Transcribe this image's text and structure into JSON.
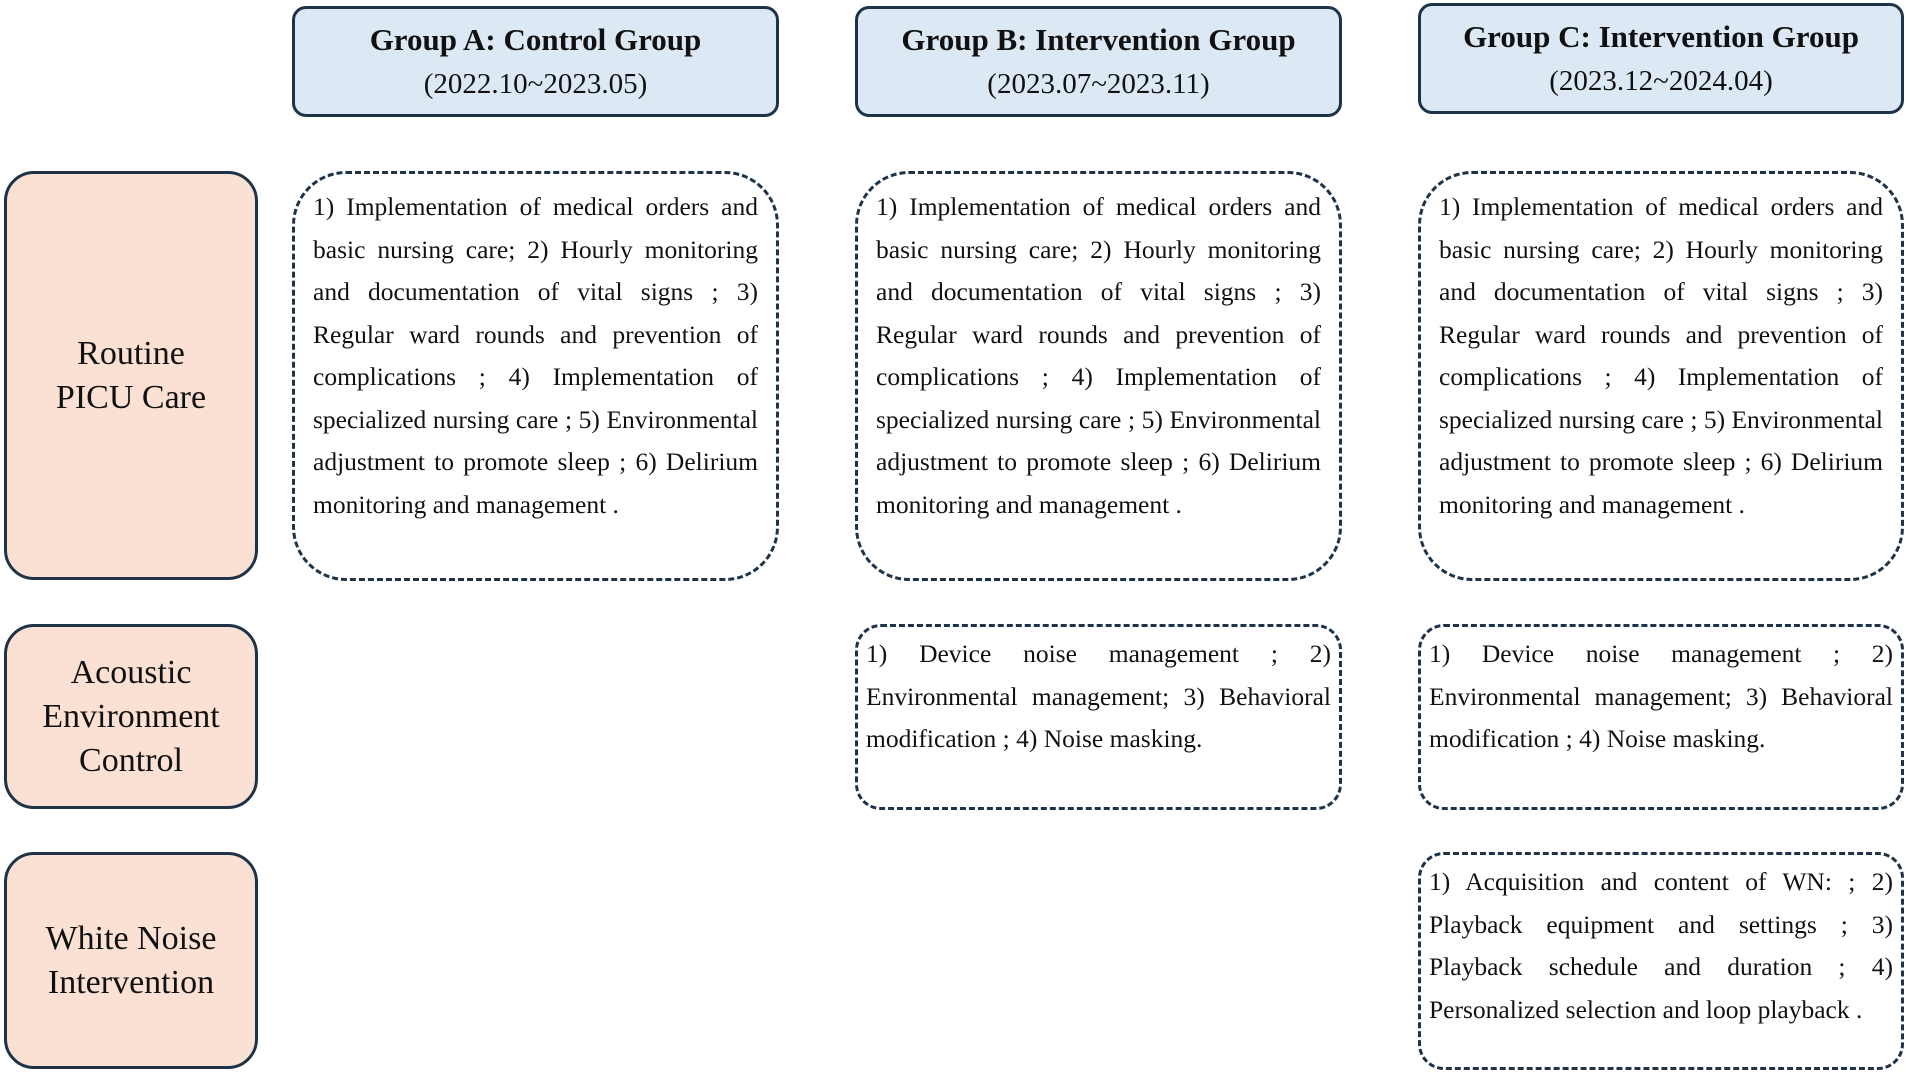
{
  "groups": [
    {
      "title": "Group A: Control Group",
      "period": "(2022.10~2023.05)"
    },
    {
      "title": "Group B: Intervention Group",
      "period": "(2023.07~2023.11)"
    },
    {
      "title": "Group C: Intervention Group",
      "period": "(2023.12~2024.04)"
    }
  ],
  "rows": [
    {
      "label": "Routine\nPICU Care"
    },
    {
      "label": "Acoustic\nEnvironment\nControl"
    },
    {
      "label": "White Noise\nIntervention"
    }
  ],
  "cells": {
    "routine_a": "1) Implementation of medical orders and basic nursing care; 2) Hourly monitoring and documentation of vital signs ; 3) Regular ward rounds and prevention of complications ; 4) Implementation of specialized nursing care ; 5) Environmental adjustment to promote sleep ; 6) Delirium monitoring and management .",
    "routine_b": "1) Implementation of medical orders and basic nursing care; 2) Hourly monitoring and documentation of vital signs ; 3) Regular ward rounds and prevention of complications ; 4) Implementation of specialized nursing care ; 5) Environmental adjustment to promote sleep ; 6) Delirium monitoring and management .",
    "routine_c": "1) Implementation of medical orders and basic nursing care; 2) Hourly monitoring and documentation of vital signs ; 3) Regular ward rounds and prevention of complications ; 4) Implementation of specialized nursing care ; 5) Environmental adjustment to promote sleep ; 6) Delirium monitoring and management .",
    "acoustic_b": "1) Device noise management ; 2) Environmental management; 3) Behavioral modification ; 4) Noise masking.",
    "acoustic_c": "1) Device noise management ; 2) Environmental management; 3) Behavioral modification ; 4) Noise masking.",
    "whitenoise_c": "1) Acquisition and content of WN: ; 2) Playback equipment and settings ; 3) Playback schedule and duration ; 4) Personalized selection and loop playback ."
  },
  "colors": {
    "header_fill": "#dce9f5",
    "label_fill": "#fbe1d4",
    "border": "#1f3348"
  }
}
